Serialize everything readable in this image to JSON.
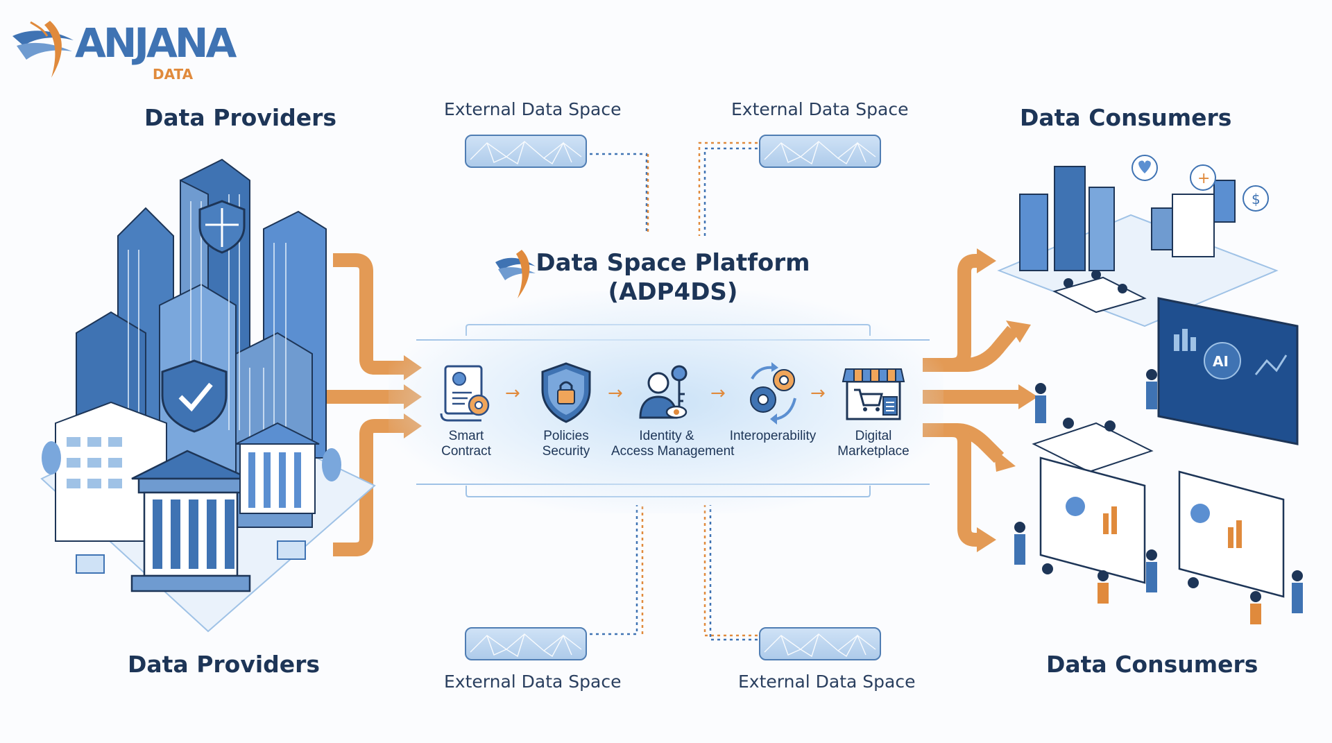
{
  "logo": {
    "wordmark": "ANJANA",
    "sub": "DATA"
  },
  "providers": {
    "top_title": "Data Providers",
    "bottom_title": "Data Providers"
  },
  "consumers": {
    "top_title": "Data Consumers",
    "bottom_title": "Data Consumers"
  },
  "external_spaces": [
    {
      "label": "External Data Space"
    },
    {
      "label": "External Data Space"
    },
    {
      "label": "External Data Space"
    },
    {
      "label": "External Data Space"
    }
  ],
  "platform": {
    "title_line1": "Data Space Platform",
    "title_line2": "(ADP4DS)",
    "components": [
      {
        "line1": "Smart",
        "line2": "Contract",
        "icon": "smart-contract-icon"
      },
      {
        "line1": "Policies",
        "line2": "Security",
        "icon": "security-shield-icon"
      },
      {
        "line1": "Identity &",
        "line2": "Access Management",
        "icon": "identity-access-icon"
      },
      {
        "line1": "Interoperability",
        "line2": "",
        "icon": "gears-icon"
      },
      {
        "line1": "Digital",
        "line2": "Marketplace",
        "icon": "marketplace-icon"
      }
    ],
    "screen_badge": "AI"
  },
  "colors": {
    "navy": "#1d3557",
    "blue": "#3f73b3",
    "light_blue": "#cfe2f6",
    "orange": "#e08a3c"
  }
}
